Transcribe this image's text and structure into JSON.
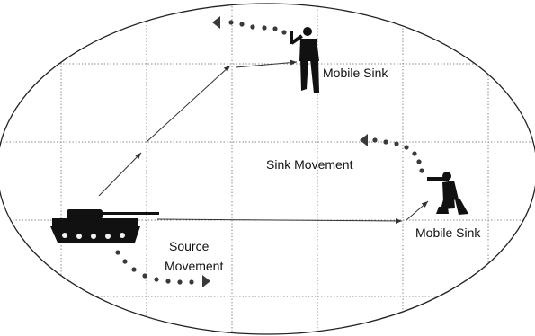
{
  "labels": {
    "mobile_sink_top": "Mobile Sink",
    "mobile_sink_right": "Mobile Sink",
    "sink_movement": "Sink Movement",
    "source_movement_line1": "Source",
    "source_movement_line2": "Movement"
  },
  "colors": {
    "boundary": "#222222",
    "grid": "#8a8a8a",
    "arrow": "#333333",
    "dots": "#3a3a3a",
    "figure": "#111111"
  },
  "icons": {
    "source": "tank-icon",
    "sink_standing": "standing-soldier-icon",
    "sink_kneeling": "kneeling-soldier-icon"
  }
}
